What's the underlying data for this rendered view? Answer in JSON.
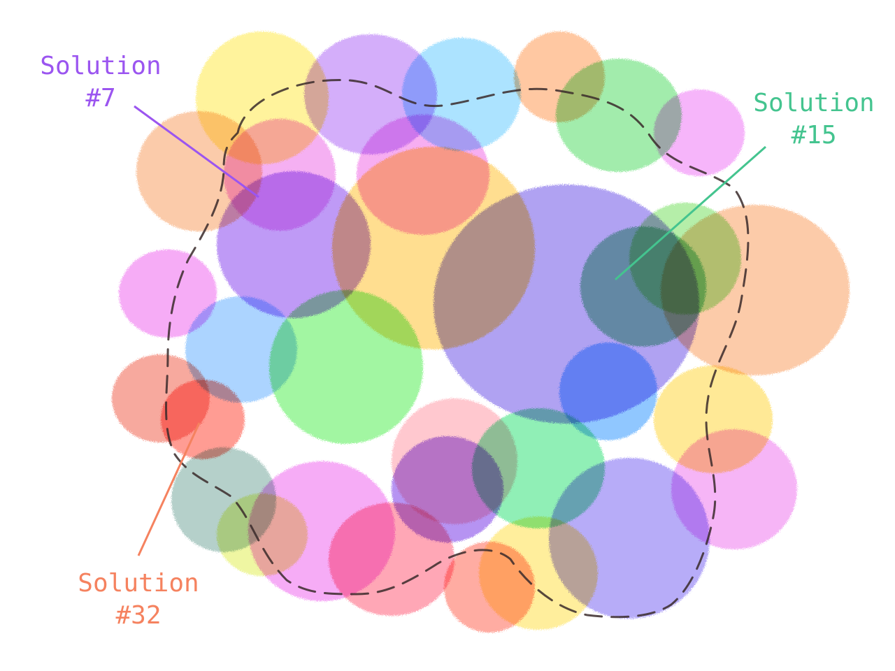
{
  "colors": {
    "solution_7": "#9b55f0",
    "solution_15": "#44c48f",
    "solution_32": "#f5825f",
    "boundary": "#3a2a2a"
  },
  "labels": {
    "solution_7": {
      "line1": "Solution",
      "line2": "#7"
    },
    "solution_15": {
      "line1": "Solution",
      "line2": "#15"
    },
    "solution_32": {
      "line1": "Solution",
      "line2": "#32"
    }
  }
}
